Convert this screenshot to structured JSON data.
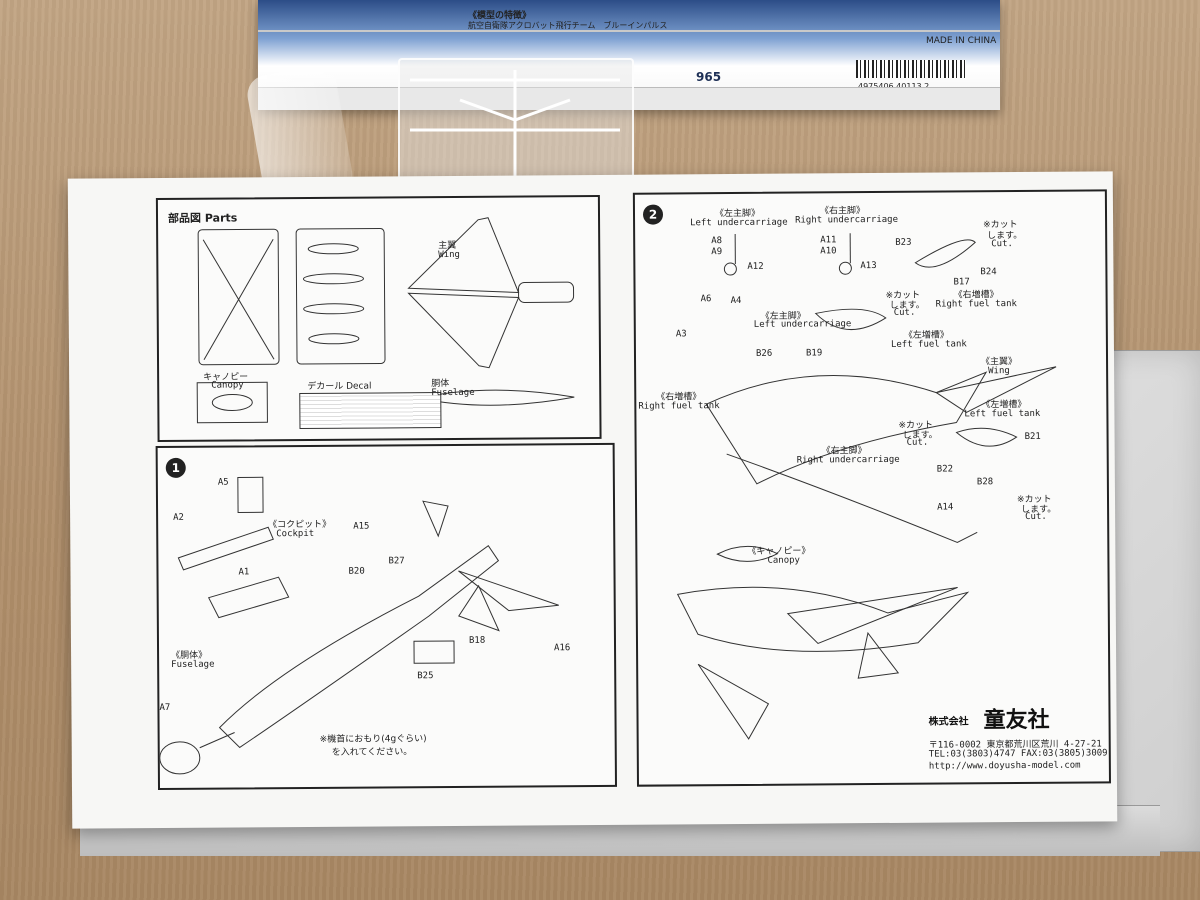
{
  "box": {
    "headline": "《模型の特徴》",
    "subline": "航空自衛隊アクロバット飛行チーム　ブルーインパルス",
    "made_in": "MADE IN CHINA",
    "barcode_number": "4975406 40113 2",
    "jet_number": "965"
  },
  "parts_panel": {
    "title": "部品図 Parts",
    "wing_jp": "主翼",
    "wing_en": "Wing",
    "canopy_jp": "キャノピー",
    "canopy_en": "Canopy",
    "decal": "デカール Decal",
    "fuselage_jp": "胴体",
    "fuselage_en": "Fuselage"
  },
  "step1": {
    "number": "1",
    "cockpit_jp": "《コクピット》",
    "cockpit_en": "Cockpit",
    "fuselage_jp": "《胴体》",
    "fuselage_en": "Fuselage",
    "note_line1": "※機首におもり(4gぐらい)",
    "note_line2": "を入れてください。",
    "parts": {
      "a5": "A5",
      "a2": "A2",
      "a1": "A1",
      "a15": "A15",
      "b20": "B20",
      "b27": "B27",
      "b18": "B18",
      "a16": "A16",
      "b25": "B25",
      "a7": "A7"
    }
  },
  "step2": {
    "number": "2",
    "left_main_jp": "《左主脚》",
    "left_main_en": "Left undercarriage",
    "right_main_jp": "《右主脚》",
    "right_main_en": "Right undercarriage",
    "left_main2_jp": "《左主脚》",
    "left_main2_en": "Left undercarriage",
    "left_tank_jp": "《左増槽》",
    "left_tank_en": "Left fuel tank",
    "right_tank_jp": "《右増槽》",
    "right_tank_en": "Right fuel tank",
    "right_tank2_jp": "《右増槽》",
    "right_tank2_en": "Right fuel tank",
    "left_tank2_jp": "《左増槽》",
    "left_tank2_en": "Left fuel tank",
    "right_main2_jp": "《右主脚》",
    "right_main2_en": "Right undercarriage",
    "wing_jp": "《主翼》",
    "wing_en": "Wing",
    "canopy_jp": "《キャノピー》",
    "canopy_en": "Canopy",
    "cut_jp_1": "※カット",
    "cut_jp_2": "します。",
    "cut_en": "Cut.",
    "parts": {
      "a8": "A8",
      "a9": "A9",
      "a12": "A12",
      "a11": "A11",
      "a10": "A10",
      "a13": "A13",
      "b23": "B23",
      "b17": "B17",
      "b24": "B24",
      "a6": "A6",
      "a4": "A4",
      "a3": "A3",
      "b26": "B26",
      "b19": "B19",
      "b21": "B21",
      "b22": "B22",
      "b28": "B28",
      "a14": "A14"
    }
  },
  "maker": {
    "prefix": "株式会社",
    "name": "童友社",
    "address": "〒116-0002 東京都荒川区荒川 4-27-21",
    "tel": "TEL:03(3803)4747  FAX:03(3805)3009",
    "url": "http://www.doyusha-model.com"
  },
  "colors": {
    "table": "#b89a78",
    "paper": "#f7f7f5",
    "ink": "#222222",
    "box_blue": "#2c4d87"
  }
}
